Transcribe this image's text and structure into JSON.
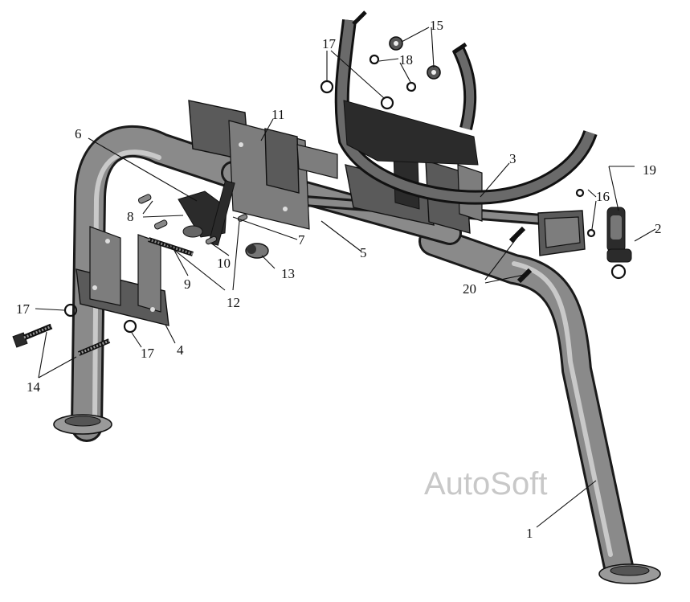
{
  "watermark": "AutoSoft",
  "callouts": [
    {
      "id": "c1",
      "label": "1"
    },
    {
      "id": "c2",
      "label": "2"
    },
    {
      "id": "c3",
      "label": "3"
    },
    {
      "id": "c4",
      "label": "4"
    },
    {
      "id": "c5",
      "label": "5"
    },
    {
      "id": "c6",
      "label": "6"
    },
    {
      "id": "c7",
      "label": "7"
    },
    {
      "id": "c8",
      "label": "8"
    },
    {
      "id": "c9",
      "label": "9"
    },
    {
      "id": "c10",
      "label": "10"
    },
    {
      "id": "c11",
      "label": "11"
    },
    {
      "id": "c12",
      "label": "12"
    },
    {
      "id": "c13",
      "label": "13"
    },
    {
      "id": "c14",
      "label": "14"
    },
    {
      "id": "c15",
      "label": "15"
    },
    {
      "id": "c16",
      "label": "16"
    },
    {
      "id": "c17a",
      "label": "17"
    },
    {
      "id": "c17b",
      "label": "17"
    },
    {
      "id": "c17c",
      "label": "17"
    },
    {
      "id": "c18",
      "label": "18"
    },
    {
      "id": "c19",
      "label": "19"
    },
    {
      "id": "c20",
      "label": "20"
    }
  ]
}
